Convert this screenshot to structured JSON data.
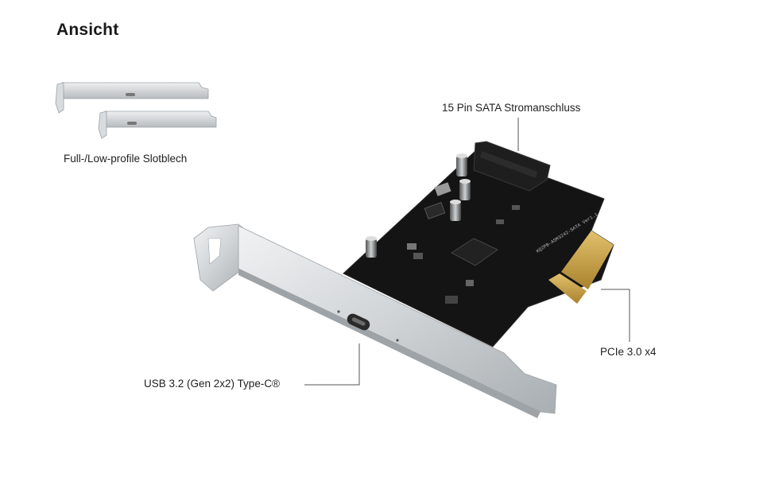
{
  "page": {
    "title": "Ansicht"
  },
  "labels": {
    "slot_bracket": "Full-/Low-profile Slotblech",
    "sata_power": "15 Pin SATA Stromanschluss",
    "pcie": "PCIe 3.0 x4",
    "usb": "USB 3.2 (Gen 2x2) Type-C®",
    "pcb_marking": "KQ2PB-ASM3242-SATA Ver1.1"
  },
  "colors": {
    "background": "#ffffff",
    "pcb": "#141414",
    "bracket": "#c9cdd1",
    "gold_contacts": "#c9a24a",
    "leader_line": "#555555"
  }
}
